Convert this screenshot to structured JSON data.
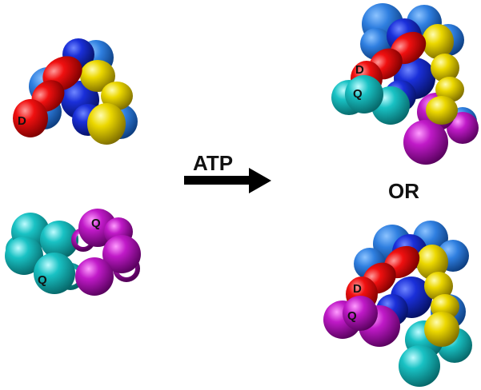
{
  "labels": {
    "arrow": "ATP",
    "or": "OR",
    "d_top_left": "D",
    "q_bottom_left_magenta": "Q",
    "q_bottom_left_cyan": "Q",
    "d_top_right": "D",
    "q_top_right": "Q",
    "d_bottom_right": "D",
    "q_bottom_right": "Q"
  },
  "colors": {
    "red": "#e00000",
    "blue": "#1a2fd9",
    "light_blue": "#2f7fe0",
    "yellow": "#e6d400",
    "cyan": "#19c2c4",
    "magenta": "#c01ac8",
    "arrow": "#000000"
  }
}
